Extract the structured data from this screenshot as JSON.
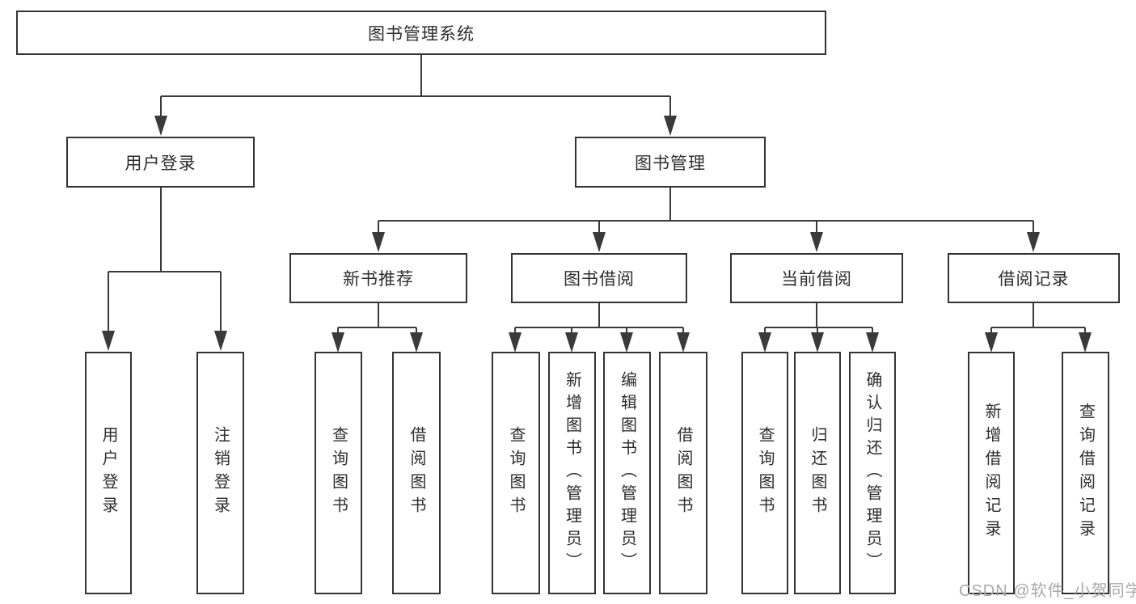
{
  "tree": {
    "label": "图书管理系统",
    "children": [
      {
        "label": "用户登录",
        "children": [
          {
            "label": "用户登录"
          },
          {
            "label": "注销登录"
          }
        ]
      },
      {
        "label": "图书管理",
        "children": [
          {
            "label": "新书推荐",
            "children": [
              {
                "label": "查询图书"
              },
              {
                "label": "借阅图书"
              }
            ]
          },
          {
            "label": "图书借阅",
            "children": [
              {
                "label": "查询图书"
              },
              {
                "label": "新增图书（管理员）"
              },
              {
                "label": "编辑图书（管理员）"
              },
              {
                "label": "借阅图书"
              }
            ]
          },
          {
            "label": "当前借阅",
            "children": [
              {
                "label": "查询图书"
              },
              {
                "label": "归还图书"
              },
              {
                "label": "确认归还（管理员）"
              }
            ]
          },
          {
            "label": "借阅记录",
            "children": [
              {
                "label": "新增借阅记录"
              },
              {
                "label": "查询借阅记录"
              }
            ]
          }
        ]
      }
    ]
  },
  "watermark": {
    "text": "CSDN @软件_小贺同学"
  },
  "colors": {
    "line": "#3a3a3a",
    "box_border": "#333333",
    "text": "#2d2d2d",
    "watermark": "#a9a9a9"
  }
}
